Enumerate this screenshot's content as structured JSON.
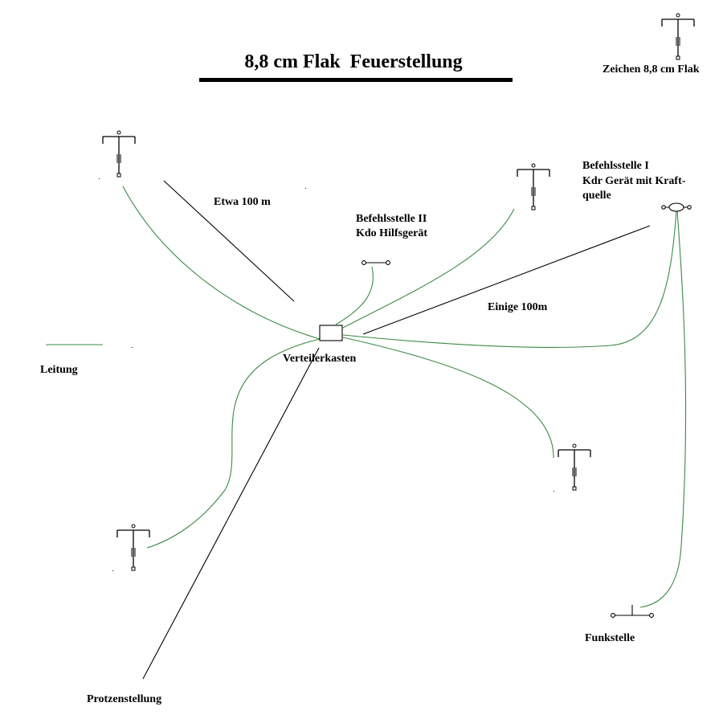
{
  "title": "8,8 cm Flak  Feuerstellung",
  "legend": {
    "gun_symbol_label": "Zeichen 8,8 cm Flak",
    "line_label": "Leitung"
  },
  "labels": {
    "distance_guns": "Etwa 100 m",
    "distance_command": "Einige 100m",
    "command_post_2_line1": "Befehlsstelle II",
    "command_post_2_line2": "Kdo Hilfsgerät",
    "command_post_1_line1": "Befehlsstelle I",
    "command_post_1_line2": "Kdr Gerät mit Kraft-",
    "command_post_1_line3": "quelle",
    "distribution_box": "Verteilerkasten",
    "radio_station": "Funkstelle",
    "limber_position": "Protzenstellung"
  },
  "colors": {
    "cable_line": "#3b8a45",
    "distance_line": "#000000",
    "background": "#ffffff"
  }
}
